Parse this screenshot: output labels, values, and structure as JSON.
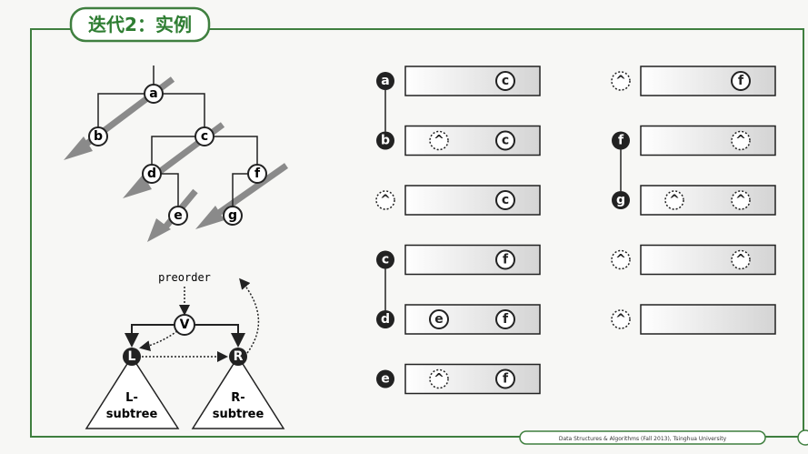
{
  "slide": {
    "title": "迭代2：实例",
    "footer": "Data Structures & Algorithms (Fall 2013), Tsinghua University",
    "accent_color": "#3f7f3f"
  },
  "tree": {
    "nodes": [
      "a",
      "b",
      "c",
      "d",
      "e",
      "f",
      "g"
    ]
  },
  "preorder_diagram": {
    "label": "preorder",
    "root": "V",
    "left": "L",
    "right": "R",
    "left_subtree": [
      "L-",
      "subtree"
    ],
    "right_subtree": [
      "R-",
      "subtree"
    ]
  },
  "stack_states": {
    "left_column": [
      {
        "chain": [
          "a"
        ],
        "items": [
          "c"
        ]
      },
      {
        "chain": [
          "b"
        ],
        "items": [
          "^",
          "c"
        ]
      },
      {
        "chain": [
          "^"
        ],
        "items": [
          "c"
        ]
      },
      {
        "chain": [
          "c"
        ],
        "items": [
          "f"
        ]
      },
      {
        "chain": [
          "d"
        ],
        "items": [
          "e",
          "f"
        ]
      },
      {
        "chain": [
          "e"
        ],
        "items": [
          "^",
          "f"
        ]
      }
    ],
    "right_column": [
      {
        "chain": [
          "^"
        ],
        "items": [
          "f"
        ]
      },
      {
        "chain": [
          "f"
        ],
        "items": [
          "^"
        ]
      },
      {
        "chain": [
          "g"
        ],
        "items": [
          "^",
          "^"
        ]
      },
      {
        "chain": [
          "^"
        ],
        "items": [
          "^"
        ]
      },
      {
        "chain": [
          "^"
        ],
        "items": []
      }
    ]
  }
}
